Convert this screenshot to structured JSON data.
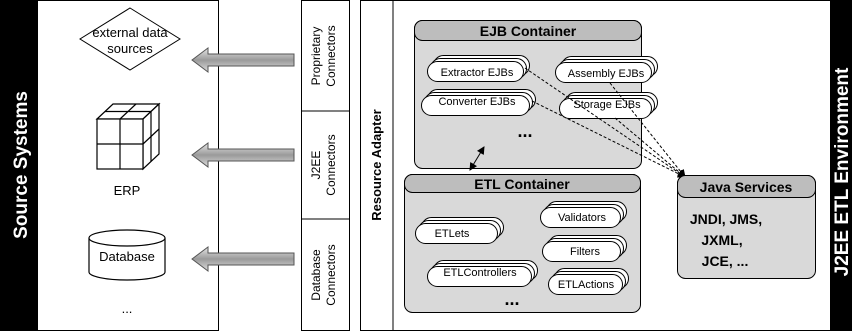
{
  "source_systems": {
    "title": "Source Systems",
    "items": {
      "external": [
        "external data",
        "sources"
      ],
      "erp": "ERP",
      "database": "Database",
      "more": "..."
    }
  },
  "connectors": {
    "proprietary": [
      "Proprietary",
      "Connectors"
    ],
    "j2ee": [
      "J2EE",
      "Connectors"
    ],
    "database": [
      "Database",
      "Connectors"
    ]
  },
  "resource_adapter": "Resource Adapter",
  "ejb_container": {
    "title": "EJB Container",
    "extractor": "Extractor EJBs",
    "assembly": "Assembly EJBs",
    "converter": "Converter EJBs",
    "storage": "Storage EJBs",
    "more": "..."
  },
  "etl_container": {
    "title": "ETL Container",
    "validators": "Validators",
    "etlets": "ETLets",
    "filters": "Filters",
    "etlcontrollers": "ETLControllers",
    "etlactions": "ETLActions",
    "more": "..."
  },
  "java_services": {
    "title": "Java Services",
    "lines": [
      "JNDI, JMS,",
      "JXML,",
      "JCE, ..."
    ]
  },
  "environment_title": "J2EE ETL Environment"
}
